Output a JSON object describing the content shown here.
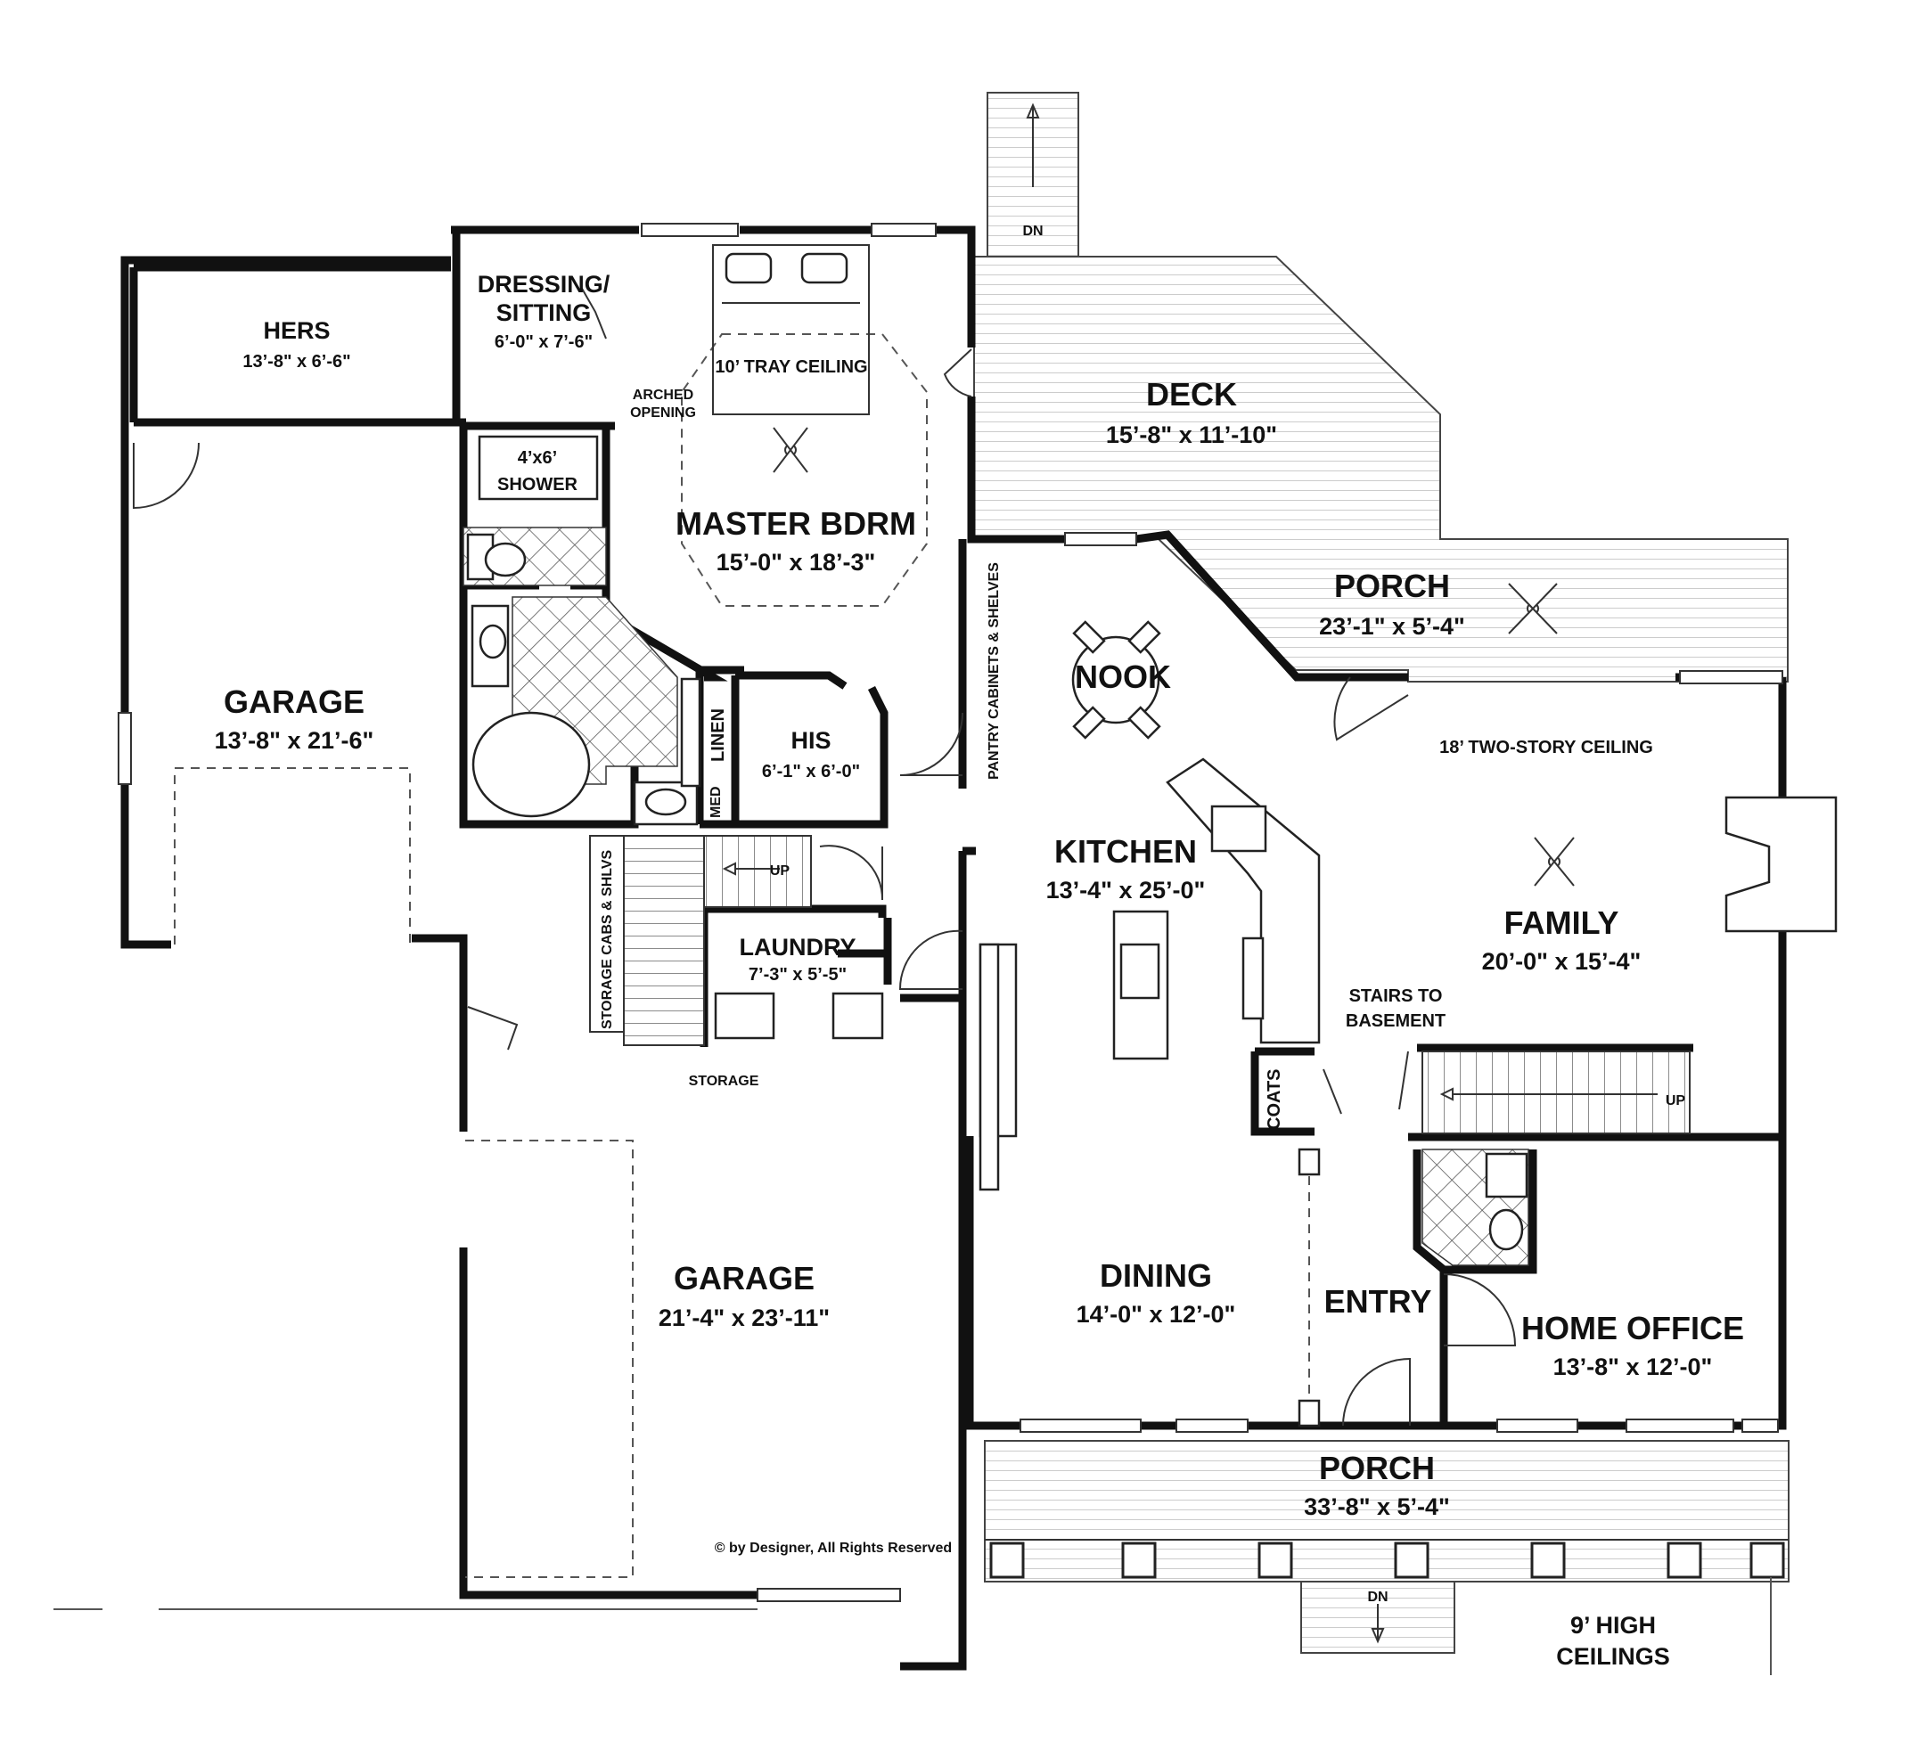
{
  "rooms": {
    "hers": {
      "name": "HERS",
      "dims": "13’-8\" x 6’-6\""
    },
    "dressing": {
      "name_line1": "DRESSING/",
      "name_line2": "SITTING",
      "dims": "6’-0\" x 7’-6\""
    },
    "arched": {
      "line1": "ARCHED",
      "line2": "OPENING"
    },
    "tray_ceiling": "10’ TRAY CEILING",
    "deck": {
      "name": "DECK",
      "dims": "15’-8\" x 11’-10\"",
      "stair_dn": "DN"
    },
    "shower": {
      "line1": "4’x6’",
      "line2": "SHOWER"
    },
    "master": {
      "name": "MASTER BDRM",
      "dims": "15’-0\" x 18’-3\""
    },
    "pantry": "PANTRY CABINETS & SHELVES",
    "porch_rear": {
      "name": "PORCH",
      "dims": "23’-1\" x 5’-4\""
    },
    "nook": {
      "name": "NOOK"
    },
    "two_story": "18’ TWO-STORY CEILING",
    "garage_small": {
      "name": "GARAGE",
      "dims": "13’-8\" x 21’-6\""
    },
    "linen": "LINEN",
    "med": "MED",
    "his": {
      "name": "HIS",
      "dims": "6’-1\" x 6’-0\""
    },
    "kitchen": {
      "name": "KITCHEN",
      "dims": "13’-4\" x 25’-0\""
    },
    "family": {
      "name": "FAMILY",
      "dims": "20’-0\" x 15’-4\""
    },
    "stairs_up": "UP",
    "stairs_to_basement": {
      "line1": "STAIRS TO",
      "line2": "BASEMENT"
    },
    "storage_cabs": "STORAGE CABS & SHLVS",
    "laundry": {
      "name": "LAUNDRY",
      "dims": "7’-3\" x 5’-5\""
    },
    "storage": "STORAGE",
    "coats": "COATS",
    "garage_large": {
      "name": "GARAGE",
      "dims": "21’-4\" x 23’-11\""
    },
    "dining": {
      "name": "DINING",
      "dims": "14’-0\" x 12’-0\""
    },
    "entry": {
      "name": "ENTRY"
    },
    "home_office": {
      "name": "HOME OFFICE",
      "dims": "13’-8\" x 12’-0\""
    },
    "porch_front": {
      "name": "PORCH",
      "dims": "33’-8\" x 5’-4\"",
      "stair_dn": "DN"
    },
    "ceilings_note": {
      "line1": "9’ HIGH",
      "line2": "CEILINGS"
    }
  },
  "copyright": "© by Designer, All Rights Reserved"
}
